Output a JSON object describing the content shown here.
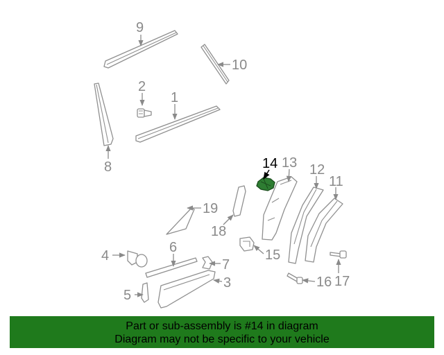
{
  "diagram": {
    "highlight_color": "#2e7d32",
    "callouts": [
      {
        "id": "1",
        "text": "1"
      },
      {
        "id": "2",
        "text": "2"
      },
      {
        "id": "3",
        "text": "3"
      },
      {
        "id": "4",
        "text": "4"
      },
      {
        "id": "5",
        "text": "5"
      },
      {
        "id": "6",
        "text": "6"
      },
      {
        "id": "7",
        "text": "7"
      },
      {
        "id": "8",
        "text": "8"
      },
      {
        "id": "9",
        "text": "9"
      },
      {
        "id": "10",
        "text": "10"
      },
      {
        "id": "11",
        "text": "11"
      },
      {
        "id": "12",
        "text": "12"
      },
      {
        "id": "13",
        "text": "13"
      },
      {
        "id": "14",
        "text": "14",
        "highlighted": true
      },
      {
        "id": "15",
        "text": "15"
      },
      {
        "id": "16",
        "text": "16"
      },
      {
        "id": "17",
        "text": "17"
      },
      {
        "id": "18",
        "text": "18"
      },
      {
        "id": "19",
        "text": "19"
      }
    ]
  },
  "banner": {
    "line1": "Part or sub-assembly is #14 in diagram",
    "line2": "Diagram may not be specific to your vehicle",
    "background": "#1f7a1c"
  }
}
